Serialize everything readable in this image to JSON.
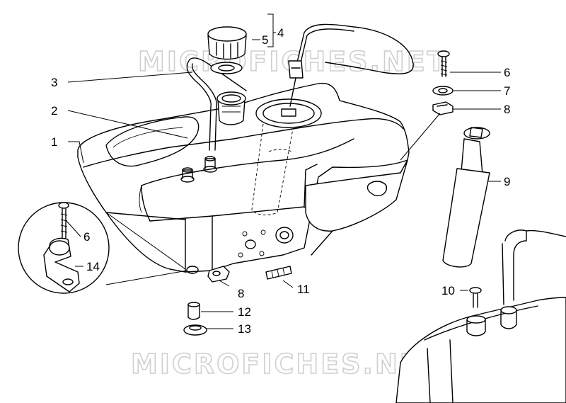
{
  "watermark": {
    "top": "MICROFICHES.NET",
    "bottom": "MICROFICHES.NET"
  },
  "callouts": {
    "c1": "1",
    "c2": "2",
    "c3": "3",
    "c4": "4",
    "c5": "5",
    "c6a": "6",
    "c6b": "6",
    "c7": "7",
    "c8a": "8",
    "c8b": "8",
    "c9": "9",
    "c10": "10",
    "c11": "11",
    "c12": "12",
    "c13": "13",
    "c14": "14"
  }
}
